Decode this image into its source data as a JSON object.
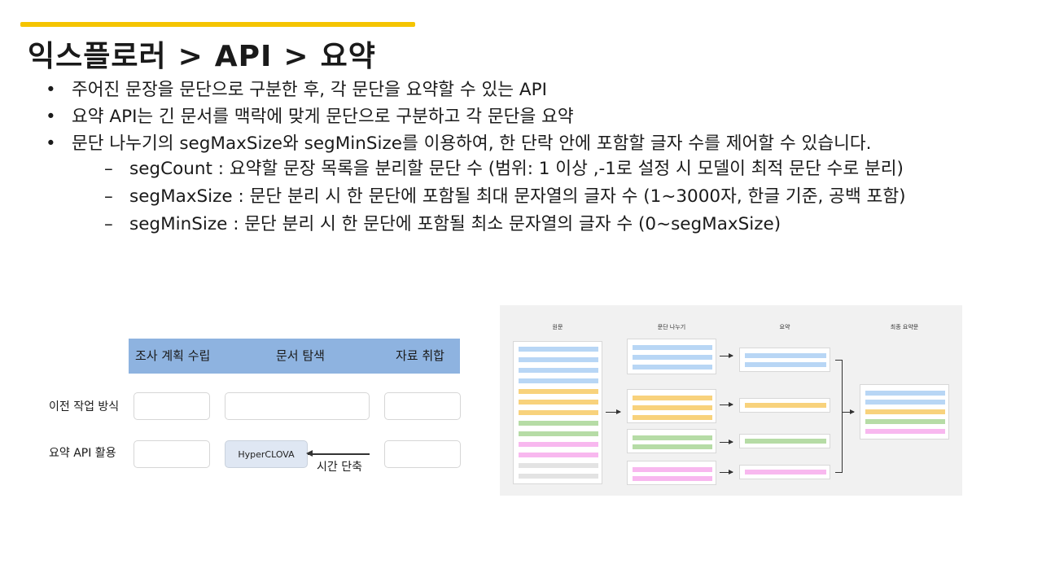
{
  "title": {
    "part1": "익스플로러",
    "sep1": ">",
    "part2": "API",
    "sep2": ">",
    "part3": "요약"
  },
  "bullets": [
    "주어진 문장을 문단으로 구분한 후, 각 문단을 요약할 수 있는 API",
    "요약 API는 긴 문서를 맥락에 맞게 문단으로 구분하고 각 문단을 요약",
    "문단 나누기의 segMaxSize와 segMinSize를 이용하여, 한 단락 안에 포함할 글자 수를 제어할 수 있습니다."
  ],
  "sub_bullets": [
    "segCount : 요약할 문장 목록을 분리할 문단 수 (범위: 1 이상 ,-1로 설정 시 모델이 최적 문단 수로 분리)",
    "segMaxSize : 문단 분리 시 한 문단에 포함될 최대 문자열의 글자 수 (1~3000자, 한글 기준, 공백 포함)",
    "segMinSize : 문단 분리 시 한 문단에 포함될 최소 문자열의 글자 수 (0~segMaxSize)"
  ],
  "left_diagram": {
    "headers": [
      "조사 계획 수립",
      "문서 탐색",
      "자료 취합"
    ],
    "rows": [
      "이전 작업 방식",
      "요약 API 활용"
    ],
    "hyperclova": "HyperCLOVA",
    "time_label": "시간 단축"
  },
  "flow_diagram": {
    "labels": [
      "원문",
      "문단 나누기",
      "요약",
      "최종 요약문"
    ],
    "colors": {
      "blue": "#b8d6f5",
      "yellow": "#f8d27c",
      "green": "#b6dca6",
      "pink": "#f8b8ef",
      "gray": "#e3e3e3"
    }
  },
  "colors": {
    "accent": "#f5c400",
    "header_band": "#8eb3e0"
  }
}
